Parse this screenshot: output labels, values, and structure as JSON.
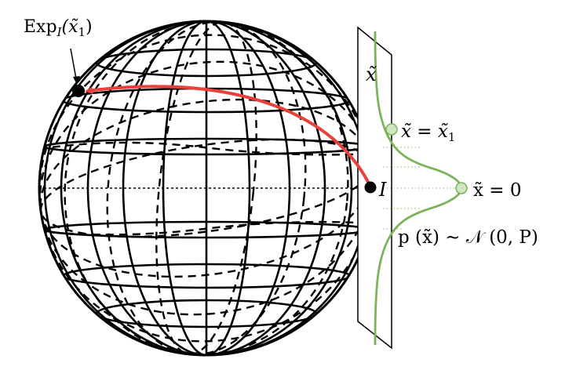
{
  "labels": {
    "exp_map": {
      "base": "Exp",
      "sub": "I",
      "arg": "(x̃",
      "arg_sub": "1",
      "close": ")"
    },
    "tangent_var": "x̃",
    "point_I": "I",
    "eq_x1": {
      "lhs": "x̃ = x̃",
      "sub": "1"
    },
    "eq_zero": "x̃ = 0",
    "distribution": "p (x̃) ∼ 𝒩 (0, P)"
  },
  "colors": {
    "sphere": "#000000",
    "geodesic_arrow": "#e8413c",
    "gaussian_curve": "#7db35a",
    "marker_fill": "#cfe6c0",
    "dotted_guides": "#a8c47e"
  }
}
